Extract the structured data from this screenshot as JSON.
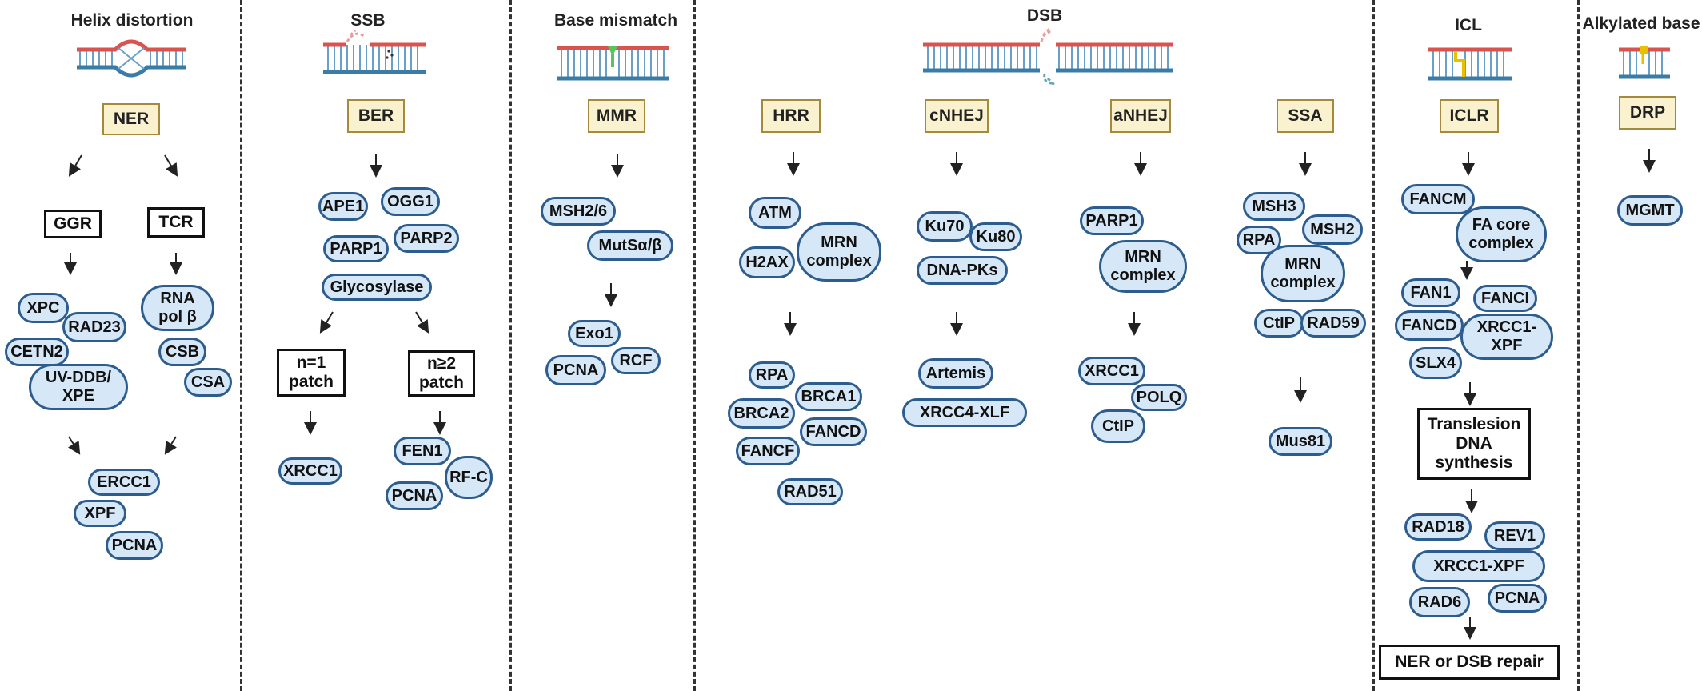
{
  "columns": [
    {
      "title": "Helix distortion",
      "pathway": "NER",
      "damage_icon": "helix-distortion-dna-icon",
      "branches": [
        "GGR",
        "TCR"
      ],
      "proteins": [
        "XPC",
        "RAD23",
        "CETN2",
        "UV-DDB/\nXPE",
        "RNA\npol β",
        "CSB",
        "CSA",
        "ERCC1",
        "XPF",
        "PCNA"
      ]
    },
    {
      "title": "SSB",
      "pathway": "BER",
      "damage_icon": "single-strand-break-dna-icon",
      "branches": [
        "n=1\npatch",
        "n≥2\npatch"
      ],
      "proteins": [
        "APE1",
        "OGG1",
        "PARP1",
        "PARP2",
        "Glycosylase",
        "XRCC1",
        "FEN1",
        "RF-C",
        "PCNA"
      ]
    },
    {
      "title": "Base mismatch",
      "pathway": "MMR",
      "damage_icon": "base-mismatch-dna-icon",
      "proteins": [
        "MSH2/6",
        "MutSα/β",
        "Exo1",
        "PCNA",
        "RCF"
      ]
    },
    {
      "title": "DSB",
      "damage_icon": "double-strand-break-dna-icon",
      "subpathways": [
        {
          "pathway": "HRR",
          "proteins": [
            "ATM",
            "H2AX",
            "MRN\ncomplex",
            "RPA",
            "BRCA1",
            "BRCA2",
            "FANCD",
            "FANCF",
            "RAD51"
          ]
        },
        {
          "pathway": "cNHEJ",
          "proteins": [
            "Ku70",
            "Ku80",
            "DNA-PKs",
            "Artemis",
            "XRCC4-XLF"
          ]
        },
        {
          "pathway": "aNHEJ",
          "proteins": [
            "PARP1",
            "MRN\ncomplex",
            "XRCC1",
            "POLQ",
            "CtIP"
          ]
        },
        {
          "pathway": "SSA",
          "proteins": [
            "MSH3",
            "MSH2",
            "RPA",
            "MRN\ncomplex",
            "CtIP",
            "RAD59",
            "Mus81"
          ]
        }
      ]
    },
    {
      "title": "ICL",
      "pathway": "ICLR",
      "damage_icon": "interstrand-crosslink-dna-icon",
      "steps": [
        "Translesion\nDNA\nsynthesis",
        "NER or DSB repair"
      ],
      "proteins": [
        "FANCM",
        "FA core\ncomplex",
        "FAN1",
        "FANCI",
        "FANCD",
        "XRCC1-\nXPF",
        "SLX4",
        "RAD18",
        "REV1",
        "XRCC1-XPF",
        "RAD6",
        "PCNA"
      ]
    },
    {
      "title": "Alkylated base",
      "pathway": "DRP",
      "damage_icon": "alkylated-base-dna-icon",
      "proteins": [
        "MGMT"
      ]
    }
  ],
  "colors": {
    "strand_top": "#d9534f",
    "strand_bottom": "#3a7ca5",
    "rungs": "#6aa0c8",
    "protein_fill": "#d6e7f7",
    "protein_border": "#2c5d8e",
    "pathway_fill": "#faf2cf",
    "pathway_border": "#a48a3c",
    "mismatch": "#5cc25c",
    "crosslink": "#e8c000"
  }
}
